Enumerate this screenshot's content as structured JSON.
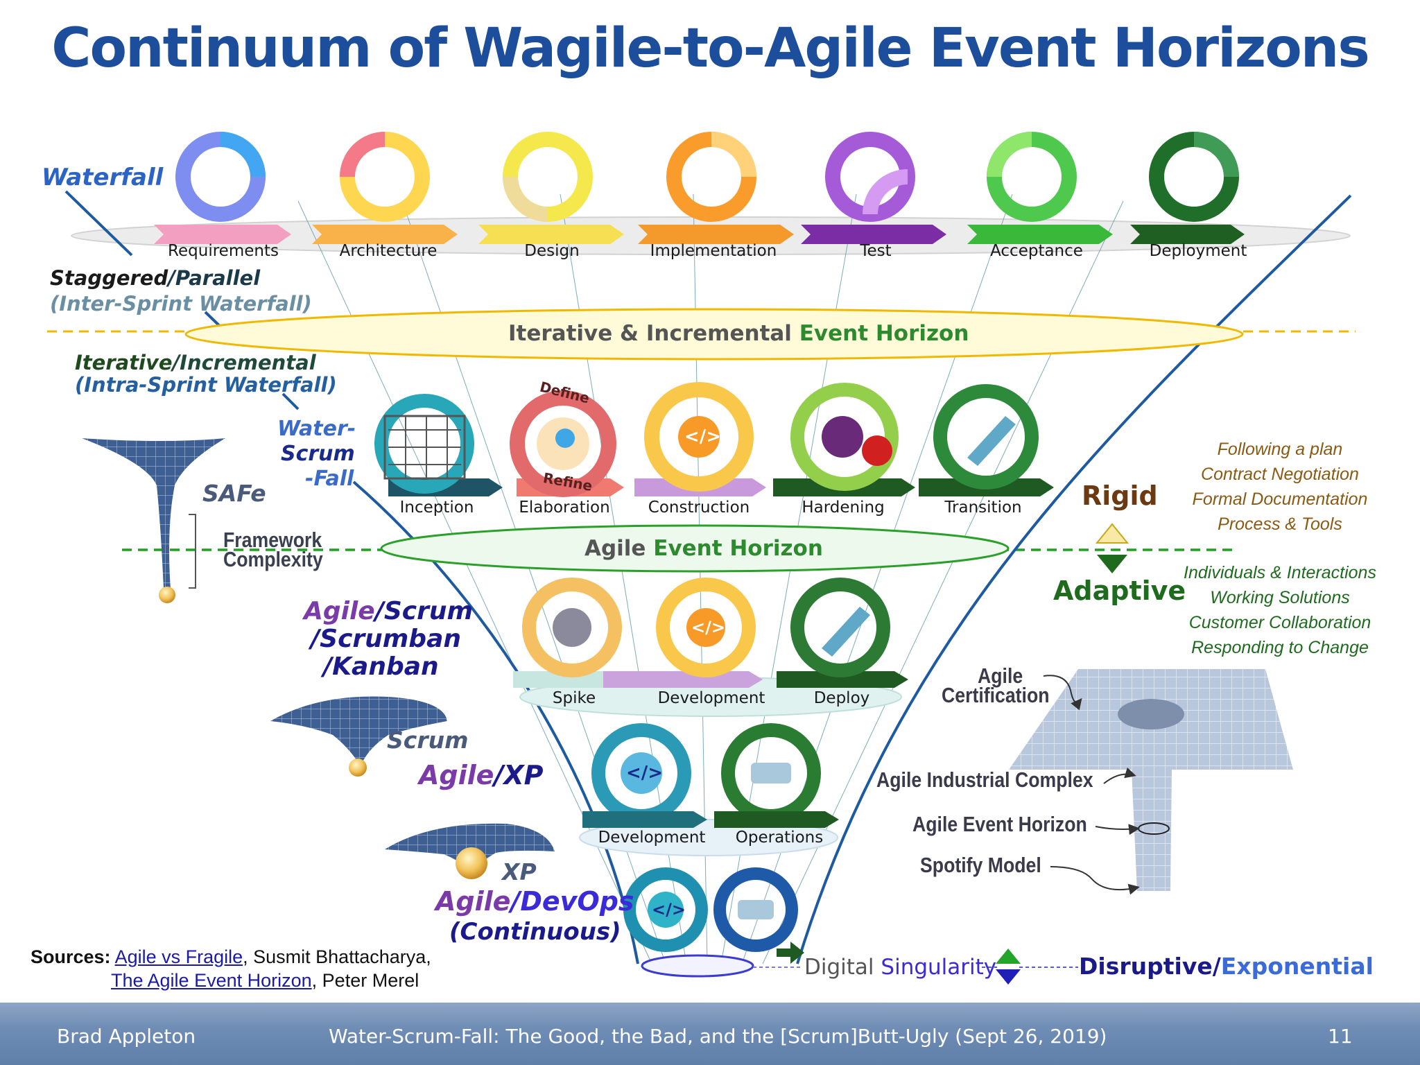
{
  "title": "Continuum of Wagile-to-Agile Event Horizons",
  "waterfall_phases": [
    "Requirements",
    "Architecture",
    "Design",
    "Implementation",
    "Test",
    "Acceptance",
    "Deployment"
  ],
  "water_scrum_fall_phases": [
    "Inception",
    "Elaboration",
    "Construction",
    "Hardening",
    "Transition"
  ],
  "scrum_phases": [
    "Spike",
    "Development",
    "Deploy"
  ],
  "devops_phases": [
    "Development",
    "Operations"
  ],
  "icon_text": {
    "define": "Define",
    "refine": "Refine",
    "code": "</>"
  },
  "left_labels": {
    "waterfall": "Waterfall",
    "staggered_a": "Staggered",
    "staggered_b": "/Parallel",
    "inter_sprint": "(Inter-Sprint Waterfall)",
    "iterative_a": "Iterative",
    "iterative_b": "/Incremental",
    "intra_sprint": "(Intra-Sprint Waterfall)",
    "wsf_1": "Water-",
    "wsf_2": "Scrum",
    "wsf_3": "-Fall",
    "safe": "SAFe",
    "framework_1": "Framework",
    "framework_2": "Complexity",
    "agile_scrum_1a": "Agile",
    "agile_scrum_1b": "/Scrum",
    "agile_scrum_2": "/Scrumban",
    "agile_scrum_3": "/Kanban",
    "scrum": "Scrum",
    "agile_xp_a": "Agile",
    "agile_xp_b": "/XP",
    "xp": "XP",
    "devops_a": "Agile",
    "devops_b": "/DevOps",
    "continuous": "(Continuous)"
  },
  "horizons": {
    "iterative_a": "Iterative & Incremental",
    "iterative_b": "Event Horizon",
    "agile_a": "Agile",
    "agile_b": "Event Horizon"
  },
  "rigid": "Rigid",
  "adaptive": "Adaptive",
  "plan_list": [
    "Following a plan",
    "Contract Negotiation",
    "Formal Documentation",
    "Process & Tools"
  ],
  "agile_list": [
    "Individuals & Interactions",
    "Working Solutions",
    "Customer Collaboration",
    "Responding to Change"
  ],
  "annotations": {
    "cert_1": "Agile",
    "cert_2": "Certification",
    "industrial": "Agile Industrial Complex",
    "event_horizon": "Agile Event Horizon",
    "spotify": "Spotify Model"
  },
  "singularity": {
    "a": "Digital",
    "b": "Singularity",
    "c": "Disruptive/",
    "d": "Exponential"
  },
  "sources": {
    "label": "Sources:",
    "link1": "Agile vs Fragile",
    "author1": ", Susmit Bhattacharya,",
    "link2": "The Agile Event Horizon",
    "author2": ", Peter Merel"
  },
  "footer": {
    "author": "Brad Appleton",
    "talk": "Water-Scrum-Fall: The Good, the Bad, and the [Scrum]Butt-Ugly (Sept 26, 2019)",
    "page": "11"
  },
  "colors": {
    "title": "#1c4e9c",
    "rigid": "#6b3a12",
    "adaptive": "#1e6b1e",
    "plan_list": "#8a5a14",
    "agile_list": "#1e6b1e",
    "funnel": "#1e5aa0"
  }
}
